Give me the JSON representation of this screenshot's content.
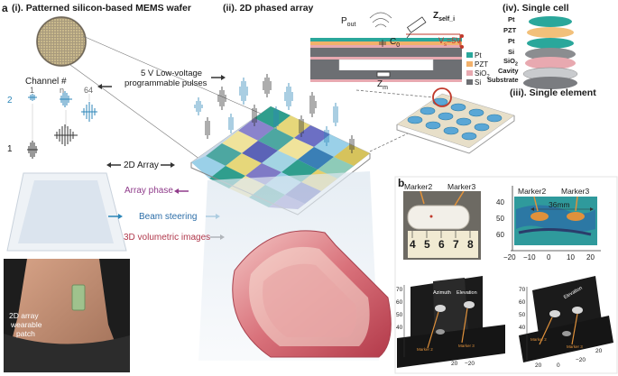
{
  "panel_a": {
    "letter": "a",
    "title_i": "(i). Patterned silicon-based MEMS wafer",
    "title_ii": "(ii). 2D phased array",
    "title_iv": "(iv). Single cell",
    "title_iii": "(iii). Single element",
    "channel_label": "Channel #",
    "channel_cols": [
      "1",
      "n",
      "64"
    ],
    "channel_rows": [
      "2",
      "1"
    ],
    "pulses_line1": "5 V Low-voltage",
    "pulses_line2": "programmable pulses",
    "flow_2d_array": "2D Array",
    "flow_array_phase": "Array phase",
    "flow_beam_steering": "Beam steering",
    "flow_volumetric": "3D volumetric images",
    "patch_line1": "2D array",
    "patch_line2": "wearable",
    "patch_line3": "patch",
    "cell_pout": "P",
    "cell_pout_sub": "out",
    "cell_zself": "Z",
    "cell_zself_sub": "self_i",
    "cell_c0": "C",
    "cell_c0_sub": "0",
    "cell_vs": "V",
    "cell_vs_sub": "s",
    "cell_vs_val": "=5V",
    "cell_zm": "Z",
    "cell_zm_sub": "m",
    "legend": [
      {
        "label": "Pt",
        "color": "#2aa79b"
      },
      {
        "label": "PZT",
        "color": "#f2b16b"
      },
      {
        "label": "SiO",
        "sub": "2",
        "color": "#e8a9b0"
      },
      {
        "label": "Si",
        "color": "#6d6f73"
      }
    ],
    "stack_layers": [
      {
        "label": "Pt"
      },
      {
        "label": "PZT"
      },
      {
        "label": "Pt"
      },
      {
        "label": "Si"
      },
      {
        "label": "SiO",
        "sub": "2"
      },
      {
        "label": "Cavity"
      },
      {
        "label": "Substrate"
      }
    ]
  },
  "panel_b": {
    "letter": "b",
    "marker2": "Marker2",
    "marker3": "Marker3",
    "ruler_ticks": [
      "4",
      "5",
      "6",
      "7",
      "8"
    ],
    "heatmap_width_label": "36mm",
    "heatmap_yticks": [
      "40",
      "50",
      "60"
    ],
    "heatmap_xticks": [
      "−20",
      "−10",
      "0",
      "10",
      "20"
    ],
    "vol1_axis_azimuth": "Azimuth",
    "vol1_axis_elevation": "Elevation",
    "vol1_zticks": [
      "70",
      "60",
      "50",
      "40"
    ],
    "vol1_bottom_ticks": [
      "20",
      "−20"
    ],
    "vol1_marker2": "Marker 2",
    "vol1_marker3": "Marker 3",
    "vol2_axis_elevation": "Elevation",
    "vol2_zticks": [
      "70",
      "60",
      "50",
      "40"
    ],
    "vol2_bottom_ticks": [
      "20",
      "0",
      "−20",
      "20"
    ],
    "vol2_marker2": "Marker 2",
    "vol2_marker3": "Marker 3"
  }
}
